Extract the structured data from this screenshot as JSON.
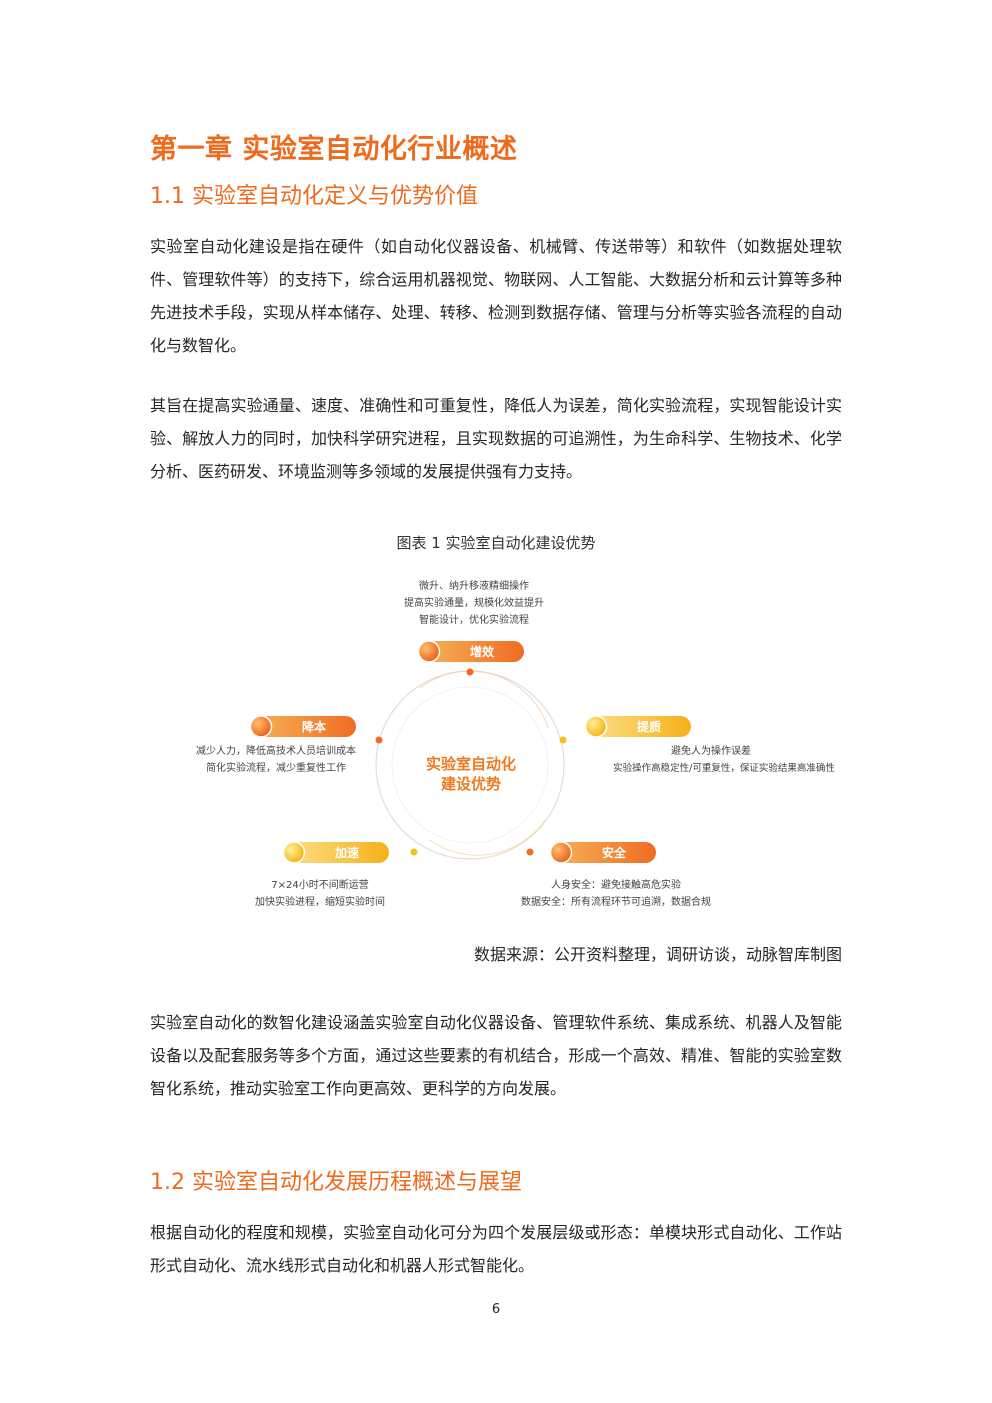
{
  "chapter_title": "第一章  实验室自动化行业概述",
  "section_1_1": {
    "title": "1.1 实验室自动化定义与优势价值",
    "paragraph_1": "实验室自动化建设是指在硬件（如自动化仪器设备、机械臂、传送带等）和软件（如数据处理软件、管理软件等）的支持下，综合运用机器视觉、物联网、人工智能、大数据分析和云计算等多种先进技术手段，实现从样本储存、处理、转移、检测到数据存储、管理与分析等实验各流程的自动化与数智化。",
    "paragraph_2": "其旨在提高实验通量、速度、准确性和可重复性，降低人为误差，简化实验流程，实现智能设计实验、解放人力的同时，加快科学研究进程，且实现数据的可追溯性，为生命科学、生物技术、化学分析、医药研发、环境监测等多领域的发展提供强有力支持。"
  },
  "figure": {
    "caption": "图表  1  实验室自动化建设优势",
    "center_line_1": "实验室自动化",
    "center_line_2": "建设优势",
    "nodes": {
      "efficiency": {
        "label": "增效",
        "lines": [
          "微升、纳升移液精细操作",
          "提高实验通量，规模化效益提升",
          "智能设计，优化实验流程"
        ]
      },
      "quality": {
        "label": "提质",
        "lines": [
          "避免人为操作误差",
          "实验操作高稳定性/可重复性，保证实验结果高准确性"
        ]
      },
      "safety": {
        "label": "安全",
        "lines": [
          "人身安全：避免接触高危实验",
          "数据安全：所有流程环节可追溯，数据合规"
        ]
      },
      "speed": {
        "label": "加速",
        "lines": [
          "7×24小时不间断运营",
          "加快实验进程，缩短实验时间"
        ]
      },
      "cost": {
        "label": "降本",
        "lines": [
          "减少人力，降低高技术人员培训成本",
          "简化实验流程，减少重复性工作"
        ]
      }
    },
    "colors": {
      "orange": "#ef6c22",
      "yellow": "#f6c21a",
      "ring": "#dedede"
    }
  },
  "source_note": "数据来源：公开资料整理，调研访谈，动脉智库制图",
  "paragraph_3": "实验室自动化的数智化建设涵盖实验室自动化仪器设备、管理软件系统、集成系统、机器人及智能设备以及配套服务等多个方面，通过这些要素的有机结合，形成一个高效、精准、智能的实验室数智化系统，推动实验室工作向更高效、更科学的方向发展。",
  "section_1_2": {
    "title": "1.2 实验室自动化发展历程概述与展望",
    "paragraph_1": "根据自动化的程度和规模，实验室自动化可分为四个发展层级或形态：单模块形式自动化、工作站形式自动化、流水线形式自动化和机器人形式智能化。"
  },
  "page_number": "6"
}
